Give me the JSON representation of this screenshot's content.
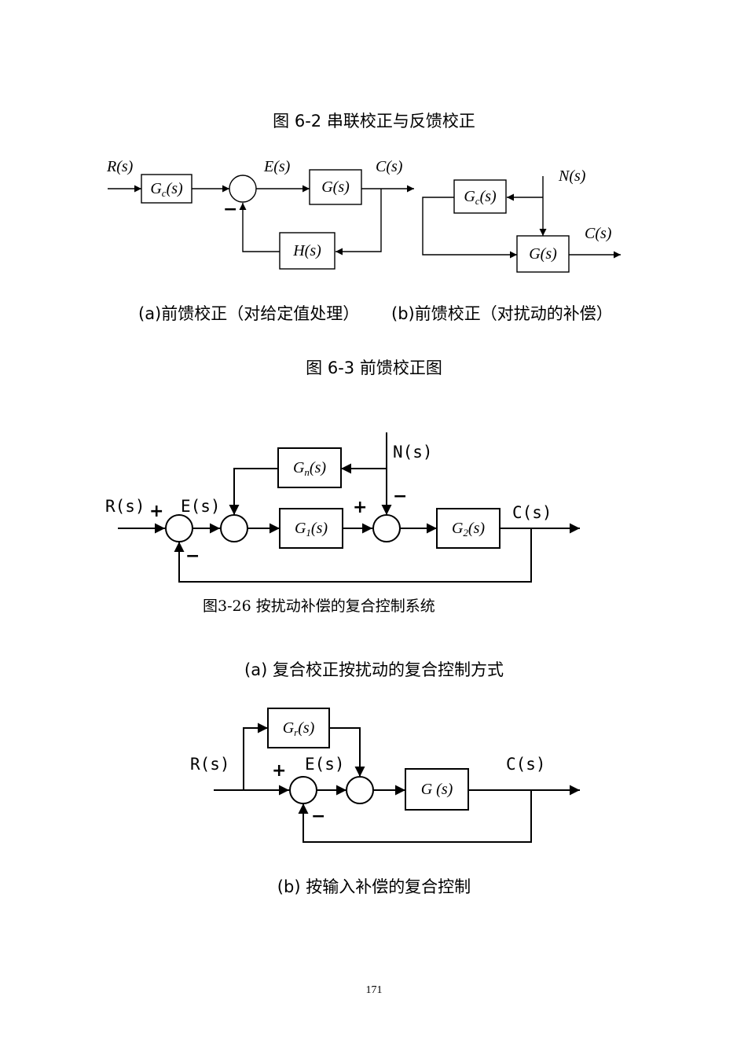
{
  "captions": {
    "fig62": "图 6-2 串联校正与反馈校正",
    "fig63a": "(a)前馈校正（对给定值处理）",
    "fig63b": "(b)前馈校正（对扰动的补偿）",
    "fig63": "图 6-3 前馈校正图",
    "fig326": "图3-26 按扰动补偿的复合控制系统",
    "compA": "(a) 复合校正按扰动的复合控制方式",
    "compB": "(b) 按输入补偿的复合控制"
  },
  "diagramA": {
    "input": "R(s)",
    "gc": "Gc(s)",
    "err": "E(s)",
    "g": "G(s)",
    "out": "C(s)",
    "h": "H(s)",
    "minus": "−"
  },
  "diagramB": {
    "gc": "Gc(s)",
    "n": "N(s)",
    "g": "G(s)",
    "out": "C(s)"
  },
  "diagramC": {
    "input": "R(s)",
    "plus1": "+",
    "err": "E(s)",
    "gn": "Gn(s)",
    "n": "N(s)",
    "plus2": "+",
    "minus2": "−",
    "g1": "G1(s)",
    "g2": "G2(s)",
    "out": "C(s)",
    "minus1": "−"
  },
  "diagramD": {
    "input": "R(s)",
    "gr": "Gr(s)",
    "plus": "+",
    "err": "E(s)",
    "g": "G (s)",
    "out": "C(s)",
    "minus": "−"
  },
  "page_number": "171"
}
